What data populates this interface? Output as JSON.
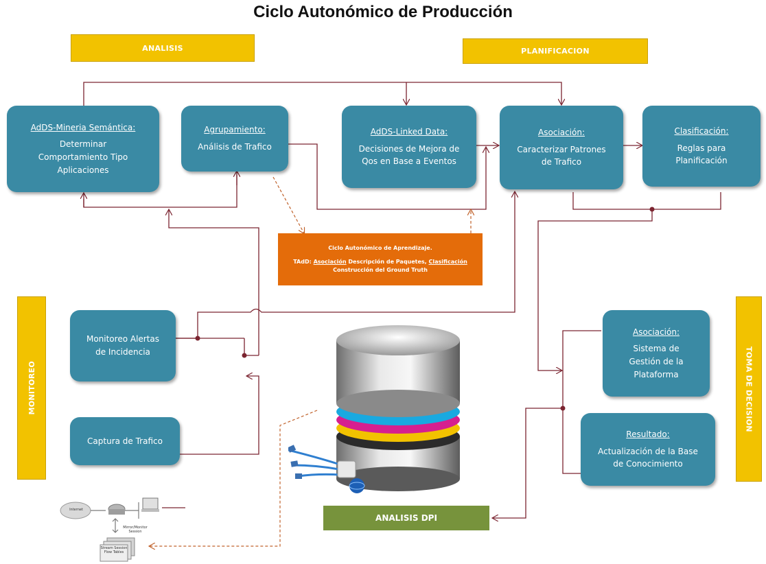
{
  "title": "Ciclo Autonómico de Producción",
  "banners": {
    "analisis": "ANALISIS",
    "planificacion": "PLANIFICACION",
    "monitoreo": "MONITOREO",
    "toma_decision": "TOMA DE DECISION"
  },
  "boxes": {
    "mineria": {
      "head": "AdDS-Mineria Semántica:",
      "body": "Determinar\nComportamiento Tipo\nAplicaciones"
    },
    "agrupamiento": {
      "head": "Agrupamiento:",
      "body": "Análisis de Trafico"
    },
    "linked": {
      "head": "AdDS-Linked Data:",
      "body": "Decisiones de Mejora de\nQos en Base a Eventos"
    },
    "asociacion_top": {
      "head": "Asociación:",
      "body": "Caracterizar Patrones\nde Trafico"
    },
    "clasificacion": {
      "head": "Clasificación:",
      "body": "Reglas para\nPlanificación"
    },
    "monitoreo_alertas": {
      "body": "Monitoreo Alertas\nde Incidencia"
    },
    "captura": {
      "body": "Captura de Trafico"
    },
    "asociacion_sistema": {
      "head": "Asociación:",
      "body": "Sistema de\nGestión de la\nPlataforma"
    },
    "resultado": {
      "head": "Resultado:",
      "body": "Actualización de la Base\nde Conocimiento"
    }
  },
  "ciclo_aprendizaje": {
    "title": "Ciclo Autonómico de Aprendizaje.",
    "line_prefix": "TAdD: ",
    "asociacion": "Asociación",
    "mid": " Descripción de Paquetes, ",
    "clasificacion": "Clasificación",
    "line2": "Construcción del Ground Truth"
  },
  "dpi_label": "ANALISIS DPI",
  "network": {
    "internet": "Internet",
    "mirror": "Mirror/Monitor Session",
    "stack": "Stream Session Flow Tables"
  },
  "colors": {
    "box": "#3a8aa4",
    "banner": "#f2c200",
    "orange": "#e46c0a",
    "green": "#77933c",
    "connector": "#7b2430"
  }
}
